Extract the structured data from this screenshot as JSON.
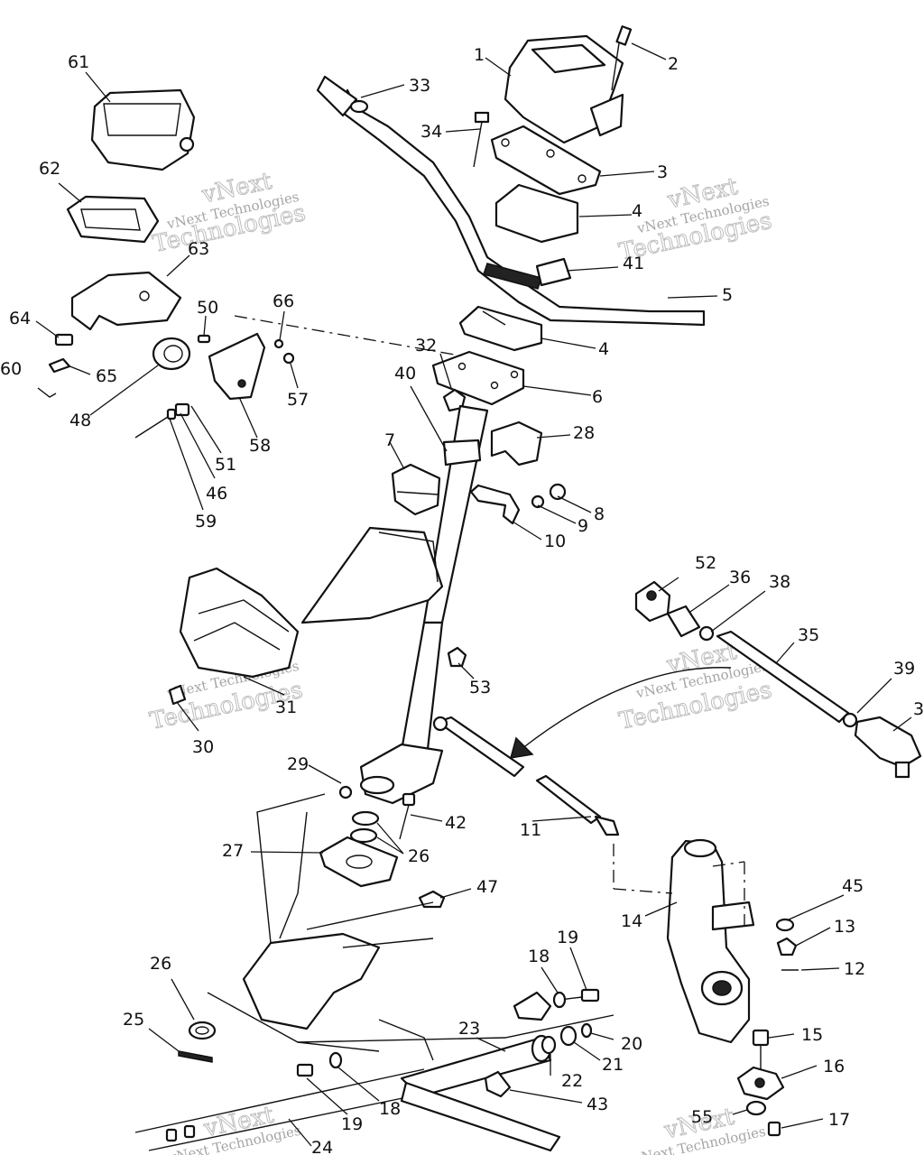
{
  "callouts": {
    "c1": "1",
    "c2": "2",
    "c3": "3",
    "c4a": "4",
    "c4b": "4",
    "c5": "5",
    "c6": "6",
    "c7": "7",
    "c8": "8",
    "c9": "9",
    "c10": "10",
    "c11": "11",
    "c12": "12",
    "c13": "13",
    "c14": "14",
    "c15": "15",
    "c16": "16",
    "c17": "17",
    "c18a": "18",
    "c18b": "18",
    "c19a": "19",
    "c19b": "19",
    "c20": "20",
    "c21": "21",
    "c22": "22",
    "c23": "23",
    "c24": "24",
    "c25": "25",
    "c26a": "26",
    "c26b": "26",
    "c27": "27",
    "c28": "28",
    "c29": "29",
    "c30": "30",
    "c31": "31",
    "c32": "32",
    "c33": "33",
    "c34": "34",
    "c35": "35",
    "c36": "36",
    "c37": "3",
    "c38": "38",
    "c39": "39",
    "c40": "40",
    "c41": "41",
    "c42": "42",
    "c43": "43",
    "c45": "45",
    "c46": "46",
    "c47": "47",
    "c48": "48",
    "c50": "50",
    "c51": "51",
    "c52": "52",
    "c53": "53",
    "c55": "55",
    "c57": "57",
    "c58": "58",
    "c59": "59",
    "c60": "60",
    "c61": "61",
    "c62": "62",
    "c63": "63",
    "c64": "64",
    "c65": "65",
    "c66": "66"
  },
  "watermark": {
    "small": "vNext Technologies",
    "big": "Technologies",
    "tag": "vNext"
  }
}
